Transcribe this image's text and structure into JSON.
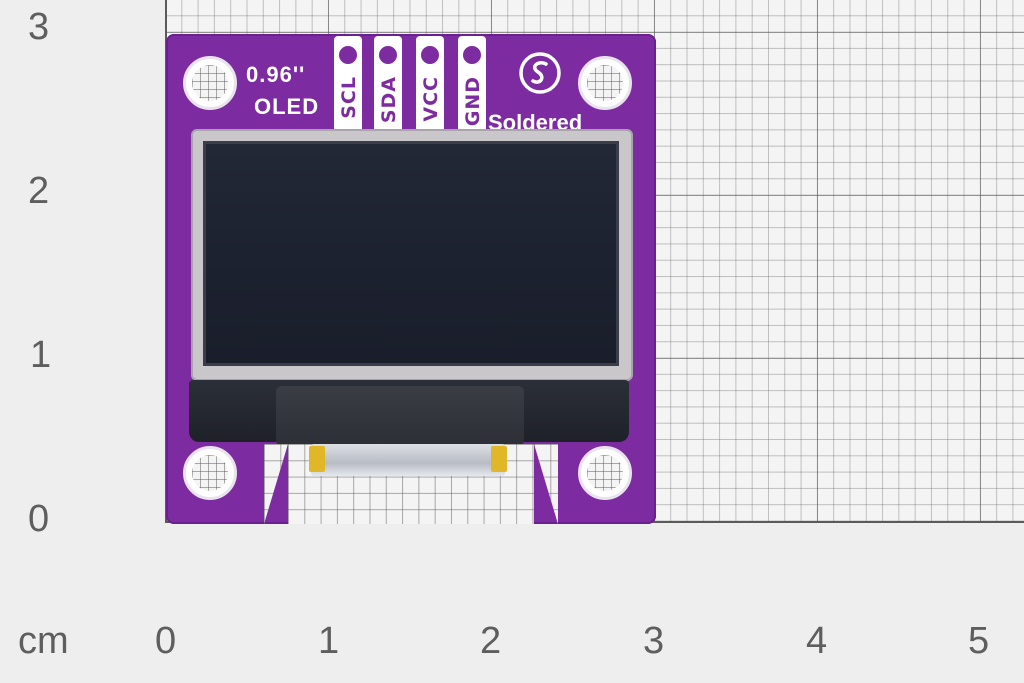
{
  "ruler": {
    "unit": "cm",
    "x_labels": [
      "0",
      "1",
      "2",
      "3",
      "4",
      "5"
    ],
    "y_labels": [
      "3",
      "2",
      "1",
      "0"
    ]
  },
  "board": {
    "size_text_line1": "0.96''",
    "size_text_line2": "OLED",
    "pins": [
      "SCL",
      "SDA",
      "VCC",
      "GND"
    ],
    "brand": "Soldered",
    "pcb_color": "#7d2ba1"
  }
}
